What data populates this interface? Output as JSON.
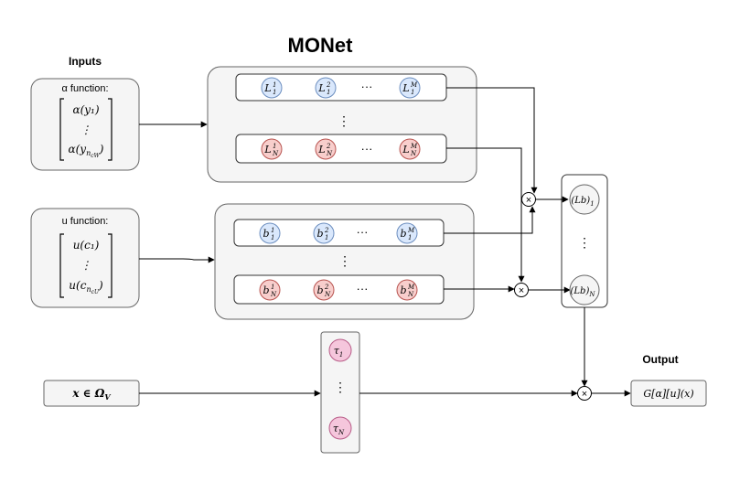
{
  "title": "MONet",
  "inputs_label": "Inputs",
  "output_label": "Output",
  "alpha_block": {
    "header": "α function:",
    "entries": [
      "α(y₁)",
      "⋮",
      "α(y_{n_{cW}})"
    ]
  },
  "u_block": {
    "header": "u function:",
    "entries": [
      "u(c₁)",
      "⋮",
      "u(c_{n_{cU}})"
    ]
  },
  "x_block": {
    "label": "x ∈ Ω_V"
  },
  "L_rows": [
    {
      "nodes": [
        "L",
        "L",
        "L"
      ],
      "sub": "1",
      "sups": [
        "1",
        "2",
        "M"
      ]
    },
    {
      "nodes": [
        "L",
        "L",
        "L"
      ],
      "sub": "N",
      "sups": [
        "1",
        "2",
        "M"
      ]
    }
  ],
  "b_rows": [
    {
      "nodes": [
        "b",
        "b",
        "b"
      ],
      "sub": "1",
      "sups": [
        "1",
        "2",
        "M"
      ]
    },
    {
      "nodes": [
        "b",
        "b",
        "b"
      ],
      "sub": "N",
      "sups": [
        "1",
        "2",
        "M"
      ]
    }
  ],
  "row_ellipsis": "···",
  "v_ellipsis": "⋮",
  "tau_nodes": [
    {
      "base": "τ",
      "sub": "1"
    },
    {
      "base": "τ",
      "sub": "N"
    }
  ],
  "lb_nodes": [
    {
      "text": "(Lb)",
      "sub": "1"
    },
    {
      "text": "(Lb)",
      "sub": "N"
    }
  ],
  "multiply_symbol": "×",
  "output_expr": "G[α][u](x)",
  "colors": {
    "blue_fill": "#dae8fc",
    "blue_stroke": "#6c8ebf",
    "red_fill": "#f8cecc",
    "red_stroke": "#b85450",
    "pink_fill": "#f5c6dc",
    "pink_stroke": "#b85c88",
    "panel_fill": "#f5f5f5",
    "panel_stroke": "#666666"
  }
}
